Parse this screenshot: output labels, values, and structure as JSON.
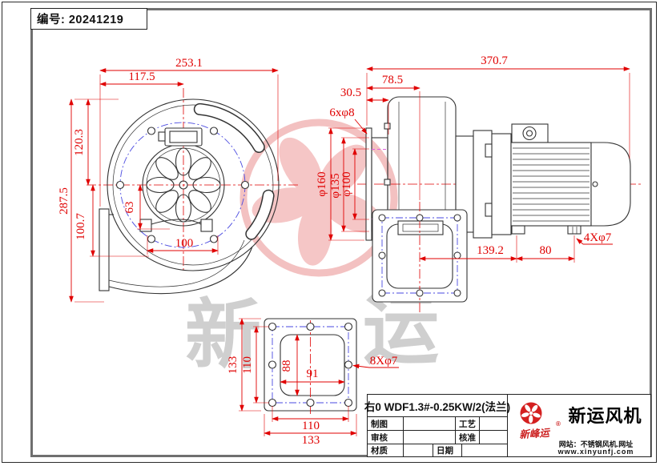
{
  "frame": {
    "serial": "编号: 20241219"
  },
  "front_view": {
    "dim_width_total": "253.1",
    "dim_width_center": "117.5",
    "dim_height_upper": "120.3",
    "dim_height_total": "287.5",
    "dim_height_lower": "100.7",
    "dim_foot_offset": "63",
    "dim_bolt_span": "100"
  },
  "side_view": {
    "dim_length_total": "370.7",
    "dim_inlet_to_outlet": "78.5",
    "dim_flange_depth": "30.5",
    "dim_inlet_holes": "6xφ8",
    "dim_inlet_outer": "φ160",
    "dim_inlet_bolt_circle": "φ135",
    "dim_inlet_bore": "φ100",
    "dim_outlet_to_foot": "139.2",
    "dim_foot_span": "80",
    "dim_foot_holes": "4Xφ7"
  },
  "flange_view": {
    "dim_outer_height": "133",
    "dim_bolt_height": "110",
    "dim_opening_height": "88",
    "dim_opening_width": "91",
    "dim_holes": "8Xφ7",
    "dim_bolt_width": "110",
    "dim_outer_width": "133"
  },
  "watermark": {
    "char_1": "新",
    "char_2": "运"
  },
  "title_block": {
    "model": "右0 WDF1.3#-0.25KW/2(法兰)",
    "label_draw": "制图",
    "label_process": "工艺",
    "label_check": "审核",
    "label_approve": "核准",
    "label_material": "材质",
    "label_date": "日期",
    "brand_script": "新峰运",
    "brand_reg": "®",
    "company": "新运风机",
    "info_line1": "网站：不锈钢风机.网址",
    "info_line2": "www.xinyunfj.com"
  },
  "colors": {
    "dimension_red": "#e00000",
    "bolt_line_blue": "#4a4ae0",
    "hidden_magenta": "#df5fdf",
    "stamp_pink": "#f5c6c6",
    "watermark_gray": "#c7c7c7",
    "logo_red": "#d42020",
    "line_black": "#333333"
  }
}
